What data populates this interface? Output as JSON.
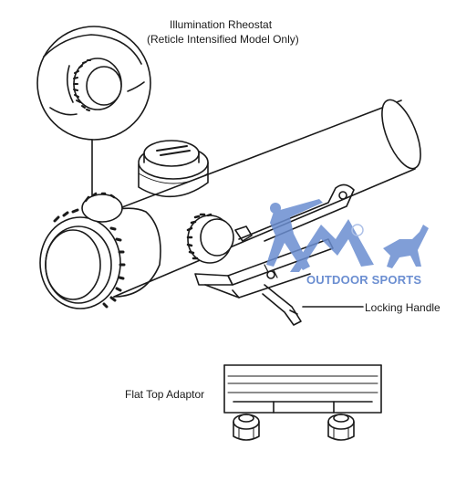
{
  "labels": {
    "illumination_title": "Illumination Rheostat",
    "illumination_subtitle": "(Reticle Intensified Model Only)",
    "locking_handle": "Locking Handle",
    "flat_top_adaptor": "Flat Top Adaptor"
  },
  "watermark": {
    "brand": "OUTDOOR SPORTS",
    "color": "#6b8ed1"
  },
  "colors": {
    "line": "#1a1a1a",
    "background": "#ffffff"
  }
}
